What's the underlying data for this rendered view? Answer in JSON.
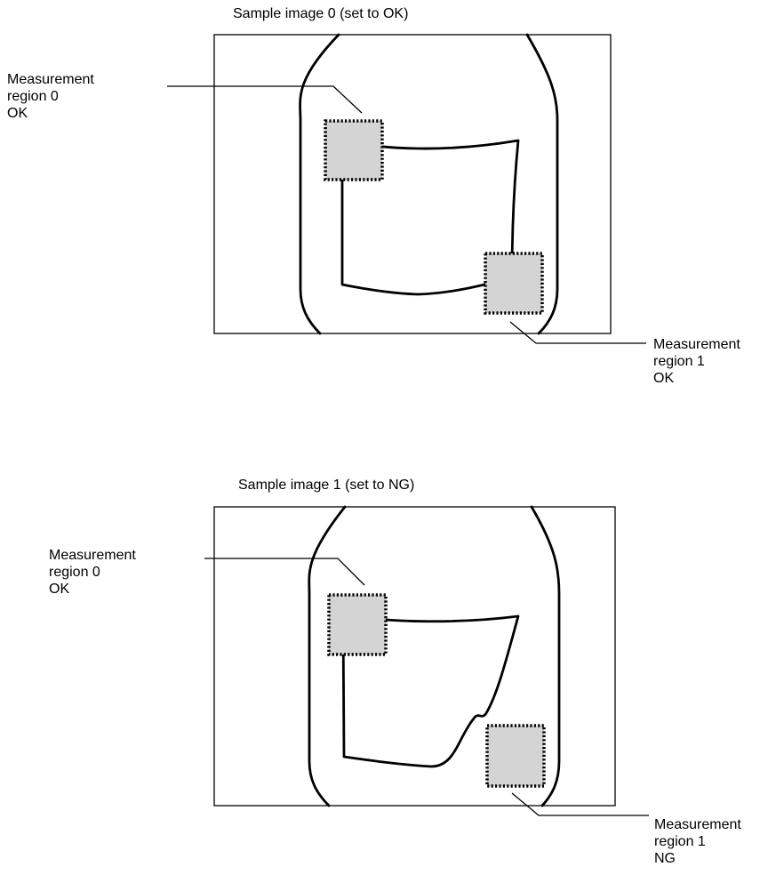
{
  "panels": [
    {
      "caption": "Sample image 0 (set to OK)",
      "region0": {
        "line1": "Measurement",
        "line2": "region 0",
        "status": "OK"
      },
      "region1": {
        "line1": "Measurement",
        "line2": "region 1",
        "status": "OK"
      }
    },
    {
      "caption": "Sample image 1 (set to NG)",
      "region0": {
        "line1": "Measurement",
        "line2": "region 0",
        "status": "OK"
      },
      "region1": {
        "line1": "Measurement",
        "line2": "region 1",
        "status": "NG"
      }
    }
  ],
  "colors": {
    "stroke": "#000000",
    "region_fill": "#d4d4d4",
    "background": "#ffffff"
  }
}
